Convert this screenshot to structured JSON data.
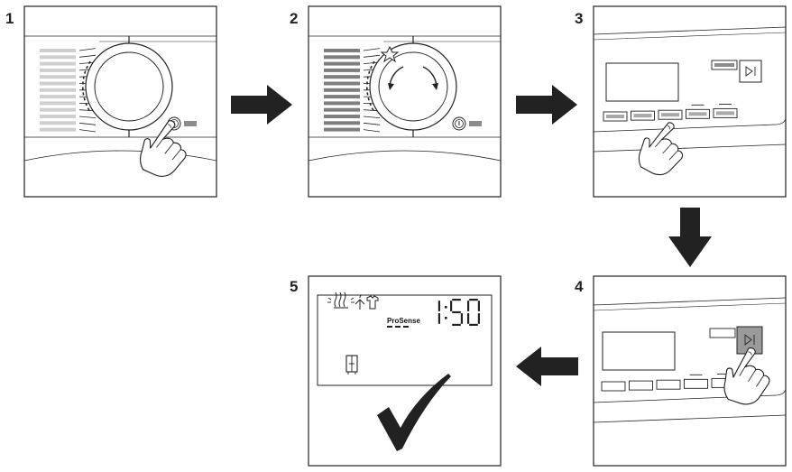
{
  "steps": [
    {
      "number": "1"
    },
    {
      "number": "2"
    },
    {
      "number": "3"
    },
    {
      "number": "4"
    },
    {
      "number": "5"
    }
  ],
  "display": {
    "brand": "ProSense",
    "time": "1:50"
  },
  "icons": {
    "power": "power-icon",
    "start_pause": "start-pause-icon",
    "steam": "steam-icon",
    "hanger": "hanger-icon",
    "shirt": "shirt-icon",
    "wardrobe": "wardrobe-icon",
    "checkmark": "checkmark-icon"
  },
  "colors": {
    "line": "#222222",
    "panel_gray": "#a8a8a8",
    "light_gray": "#cfcfcf",
    "dark_gray": "#7e7e7e",
    "highlight": "#9a9a9a"
  }
}
